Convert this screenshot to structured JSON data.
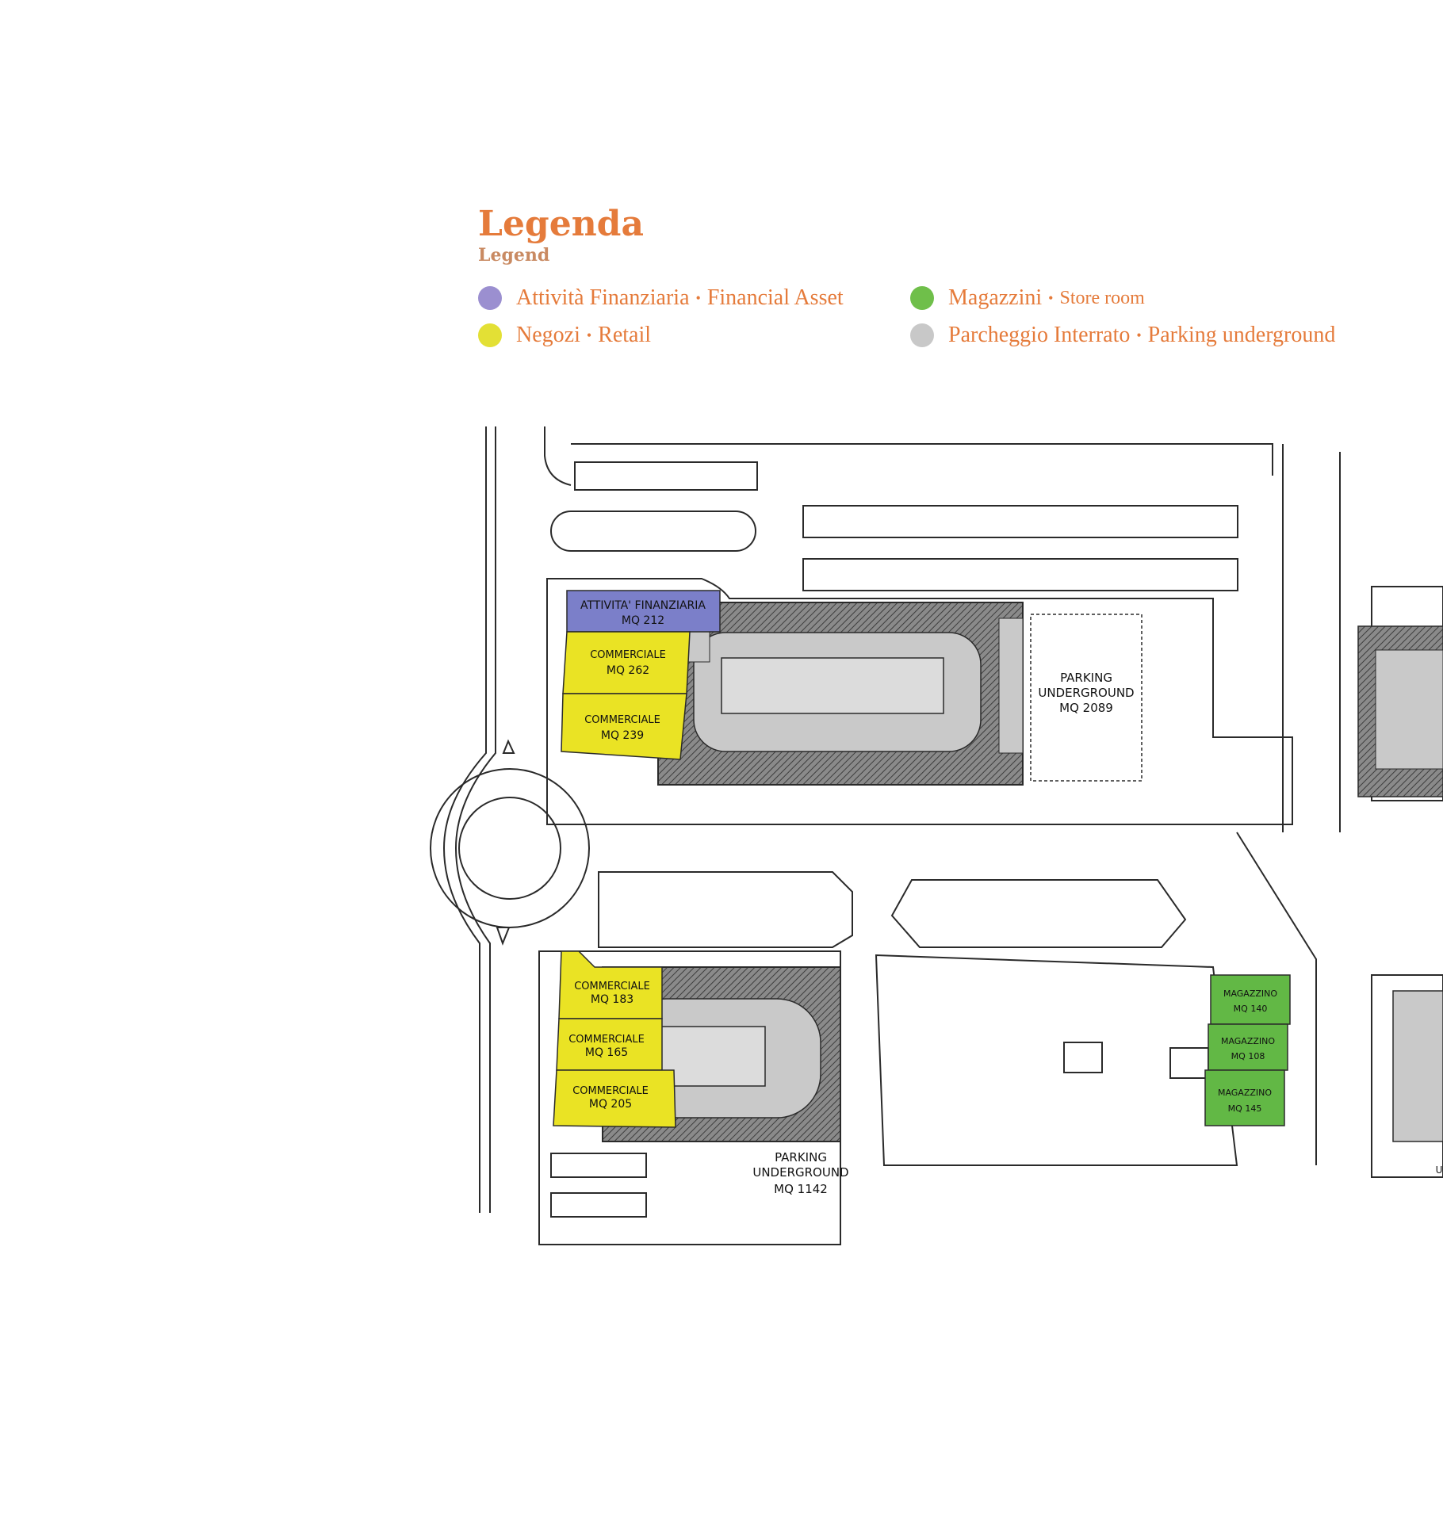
{
  "legend": {
    "title": "Legenda",
    "subtitle": "Legend",
    "items": [
      {
        "it": "Attività Finanziaria",
        "en": "Financial Asset",
        "color": "#9b8fd0"
      },
      {
        "it": "Magazzini",
        "en": "Store room",
        "color": "#6fbf4a"
      },
      {
        "it": "Negozi",
        "en": "Retail",
        "color": "#e3e035"
      },
      {
        "it": "Parcheggio Interrato",
        "en": "Parking underground",
        "color": "#c8c8c8"
      }
    ],
    "separator": "•"
  },
  "map": {
    "colors": {
      "financial": "#7b7fc9",
      "retail": "#eae324",
      "store": "#62b845",
      "parking": "#c9c9c9",
      "dark": "#6e6e6e",
      "line": "#2a2a2a"
    },
    "units": {
      "financial": {
        "name": "ATTIVITA' FINANZIARIA",
        "area": "MQ 212"
      },
      "c262": {
        "name": "COMMERCIALE",
        "area": "MQ 262"
      },
      "c239": {
        "name": "COMMERCIALE",
        "area": "MQ 239"
      },
      "c183": {
        "name": "COMMERCIALE",
        "area": "MQ 183"
      },
      "c165": {
        "name": "COMMERCIALE",
        "area": "MQ 165"
      },
      "c205": {
        "name": "COMMERCIALE",
        "area": "MQ 205"
      },
      "m140": {
        "name": "MAGAZZINO",
        "area": "MQ 140"
      },
      "m108": {
        "name": "MAGAZZINO",
        "area": "MQ 108"
      },
      "m145": {
        "name": "MAGAZZINO",
        "area": "MQ 145"
      },
      "p2089": {
        "line1": "PARKING",
        "line2": "UNDERGROUND",
        "area": "MQ 2089"
      },
      "p1142": {
        "line1": "PARKING",
        "line2": "UNDERGROUND",
        "area": "MQ 1142"
      }
    },
    "edge_text": "U"
  }
}
